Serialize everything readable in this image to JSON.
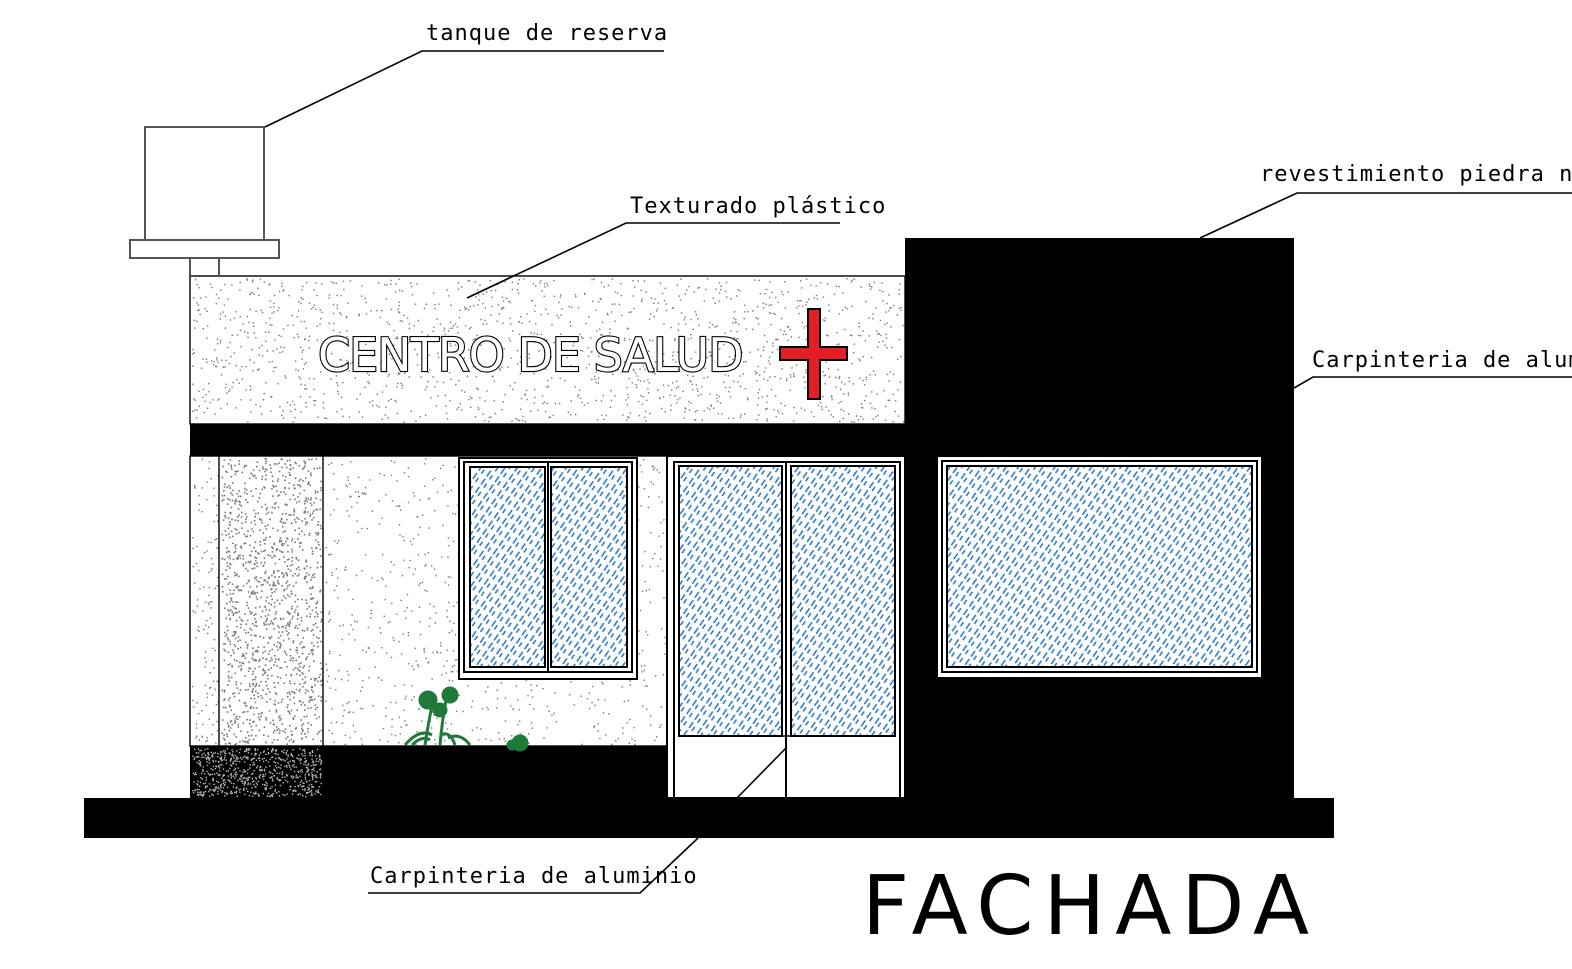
{
  "drawing": {
    "title": "FACHADA",
    "sign": "CENTRO DE SALUD",
    "labels": {
      "tank": "tanque de reserva",
      "texture": "Texturado plástico",
      "stone": "revestimiento piedra negra",
      "carpentry_right": "Carpinteria de aluminio",
      "carpentry_bottom": "Carpinteria de aluminio"
    },
    "colors": {
      "cross": "#e31e24",
      "glass_hatch": "#1f73c8",
      "plant": "#1f7a3a",
      "stone": "#000000",
      "texture_dots": "#777777"
    }
  }
}
